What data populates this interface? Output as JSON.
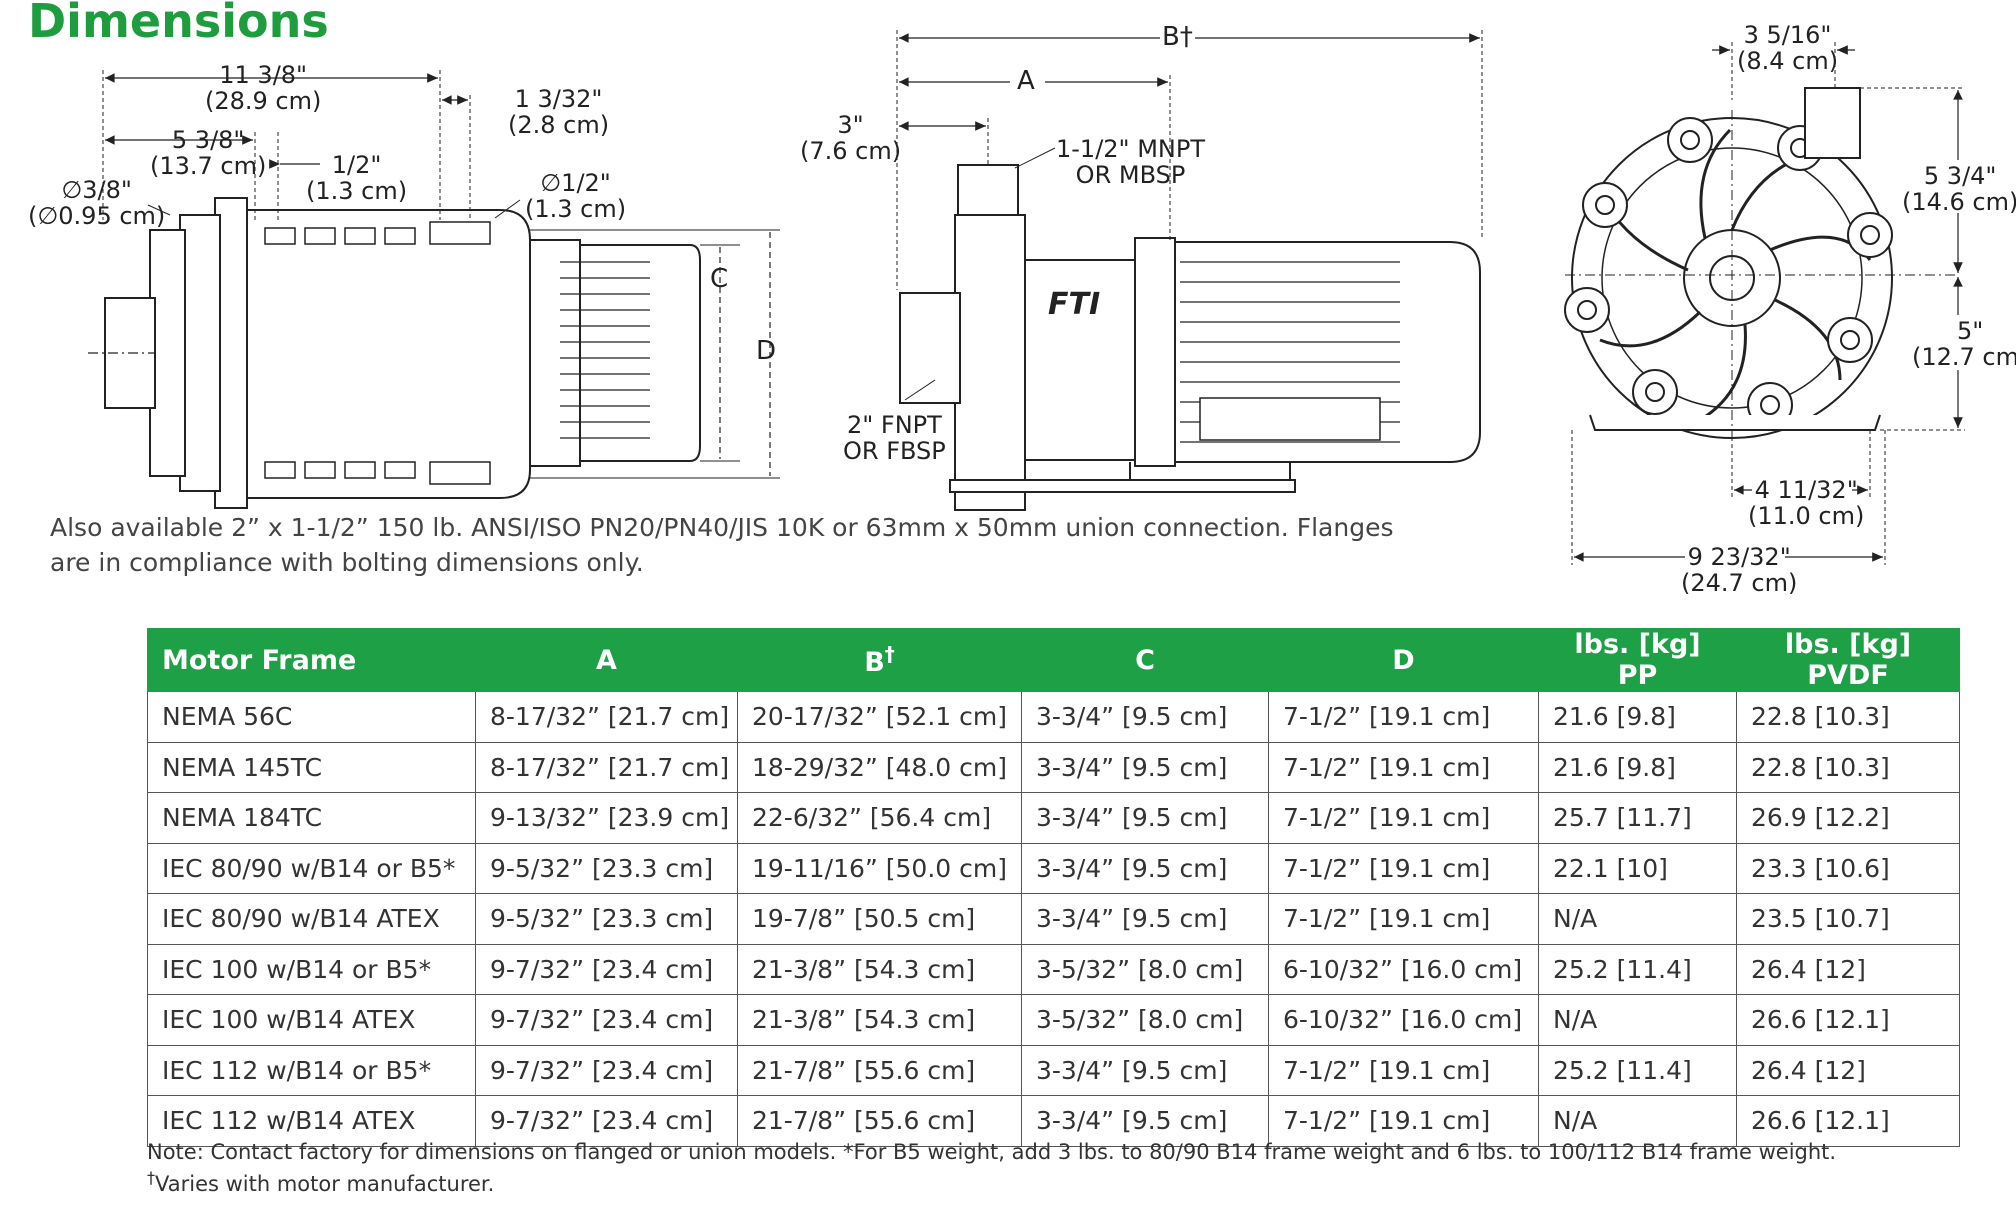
{
  "title": "Dimensions",
  "drawing_labels": {
    "top_view": {
      "overall_width": {
        "main": "11 3/8\"",
        "sub": "(28.9 cm)"
      },
      "port_right": {
        "main": "1 3/32\"",
        "sub": "(2.8 cm)"
      },
      "port_offset": {
        "main": "5 3/8\"",
        "sub": "(13.7 cm)"
      },
      "inner_gap": {
        "main": "1/2\"",
        "sub": "(1.3 cm)"
      },
      "hole_left": {
        "main": "∅3/8\"",
        "sub": "(∅0.95 cm)"
      },
      "hole_right": {
        "main": "∅1/2\"",
        "sub": "(1.3 cm)"
      },
      "dim_c": "C",
      "dim_d": "D"
    },
    "side_view": {
      "dim_b": "B†",
      "dim_a": "A",
      "inlet_offset": {
        "main": "3\"",
        "sub": "(7.6 cm)"
      },
      "discharge": {
        "main": "1-1/2\" MNPT",
        "sub": "OR MBSP"
      },
      "suction": {
        "main": "2\" FNPT",
        "sub": "OR FBSP"
      },
      "logo": "FTI"
    },
    "front_view": {
      "discharge_offset": {
        "main": "3 5/16\"",
        "sub": "(8.4 cm)"
      },
      "upper_height": {
        "main": "5 3/4\"",
        "sub": "(14.6 cm)"
      },
      "lower_height": {
        "main": "5\"",
        "sub": "(12.7 cm)"
      },
      "base_inner": {
        "main": "4 11/32\"",
        "sub": "(11.0 cm)"
      },
      "base_outer": {
        "main": "9 23/32\"",
        "sub": "(24.7 cm)"
      }
    }
  },
  "availability_note": "Also available 2” x 1-1/2” 150 lb. ANSI/ISO PN20/PN40/JIS 10K or 63mm x 50mm union connection. Flanges are in compliance with bolting dimensions only.",
  "table": {
    "headers": [
      "Motor Frame",
      "A",
      "B",
      "C",
      "D",
      "lbs. [kg] PP",
      "lbs. [kg] PVDF"
    ],
    "b_dagger": "†",
    "rows": [
      [
        "NEMA 56C",
        "8-17/32” [21.7 cm]",
        "20-17/32” [52.1 cm]",
        "3-3/4” [9.5 cm]",
        "7-1/2” [19.1 cm]",
        "21.6 [9.8]",
        "22.8 [10.3]"
      ],
      [
        "NEMA 145TC",
        "8-17/32” [21.7 cm]",
        "18-29/32” [48.0 cm]",
        "3-3/4” [9.5 cm]",
        "7-1/2” [19.1 cm]",
        "21.6 [9.8]",
        "22.8 [10.3]"
      ],
      [
        "NEMA 184TC",
        "9-13/32” [23.9 cm]",
        "22-6/32” [56.4 cm]",
        "3-3/4” [9.5 cm]",
        "7-1/2” [19.1 cm]",
        "25.7 [11.7]",
        "26.9 [12.2]"
      ],
      [
        "IEC 80/90 w/B14 or B5*",
        "9-5/32” [23.3 cm]",
        "19-11/16” [50.0 cm]",
        "3-3/4” [9.5 cm]",
        "7-1/2” [19.1 cm]",
        "22.1 [10]",
        "23.3 [10.6]"
      ],
      [
        "IEC 80/90 w/B14 ATEX",
        "9-5/32” [23.3 cm]",
        "19-7/8” [50.5 cm]",
        "3-3/4” [9.5 cm]",
        "7-1/2” [19.1 cm]",
        "N/A",
        "23.5 [10.7]"
      ],
      [
        "IEC 100 w/B14 or B5*",
        "9-7/32” [23.4 cm]",
        "21-3/8” [54.3 cm]",
        "3-5/32” [8.0 cm]",
        "6-10/32” [16.0 cm]",
        "25.2 [11.4]",
        "26.4 [12]"
      ],
      [
        "IEC 100 w/B14 ATEX",
        "9-7/32” [23.4 cm]",
        "21-3/8” [54.3 cm]",
        "3-5/32” [8.0 cm]",
        "6-10/32” [16.0 cm]",
        "N/A",
        "26.6 [12.1]"
      ],
      [
        "IEC 112 w/B14 or B5*",
        "9-7/32” [23.4 cm]",
        "21-7/8” [55.6 cm]",
        "3-3/4” [9.5 cm]",
        "7-1/2” [19.1 cm]",
        "25.2 [11.4]",
        "26.4 [12]"
      ],
      [
        "IEC 112 w/B14 ATEX",
        "9-7/32” [23.4 cm]",
        "21-7/8” [55.6 cm]",
        "3-3/4” [9.5 cm]",
        "7-1/2” [19.1 cm]",
        "N/A",
        "26.6 [12.1]"
      ]
    ]
  },
  "footnotes": {
    "note": "Note: Contact factory for dimensions on flanged or union models. *For B5 weight, add 3 lbs. to 80/90 B14 frame weight and 6 lbs. to 100/112 B14 frame weight.",
    "dagger_mark": "†",
    "dagger_text": "Varies with motor manufacturer."
  }
}
